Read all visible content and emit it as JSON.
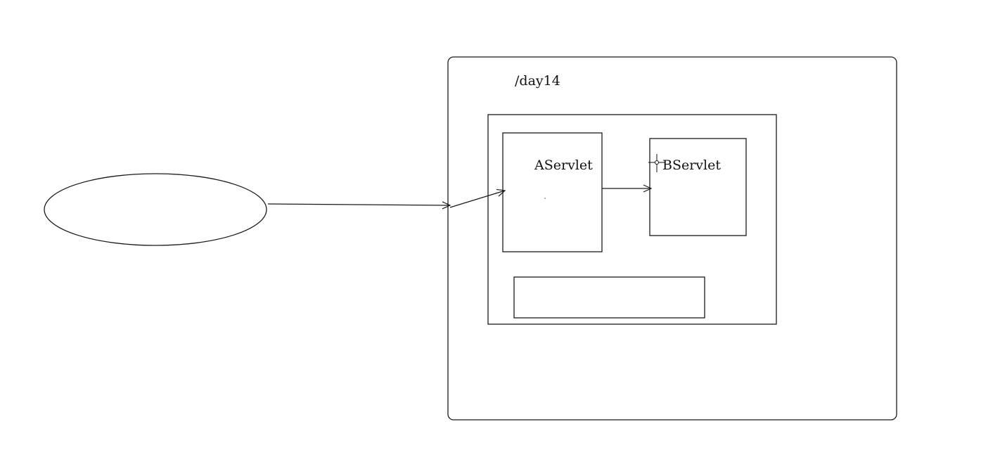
{
  "diagram": {
    "labels": {
      "context": "/day14",
      "a_servlet": "AServlet",
      "b_servlet": "BServlet"
    },
    "colors": {
      "background": "#ffffff",
      "stroke": "#1a1a1a",
      "text": "#111111"
    }
  }
}
